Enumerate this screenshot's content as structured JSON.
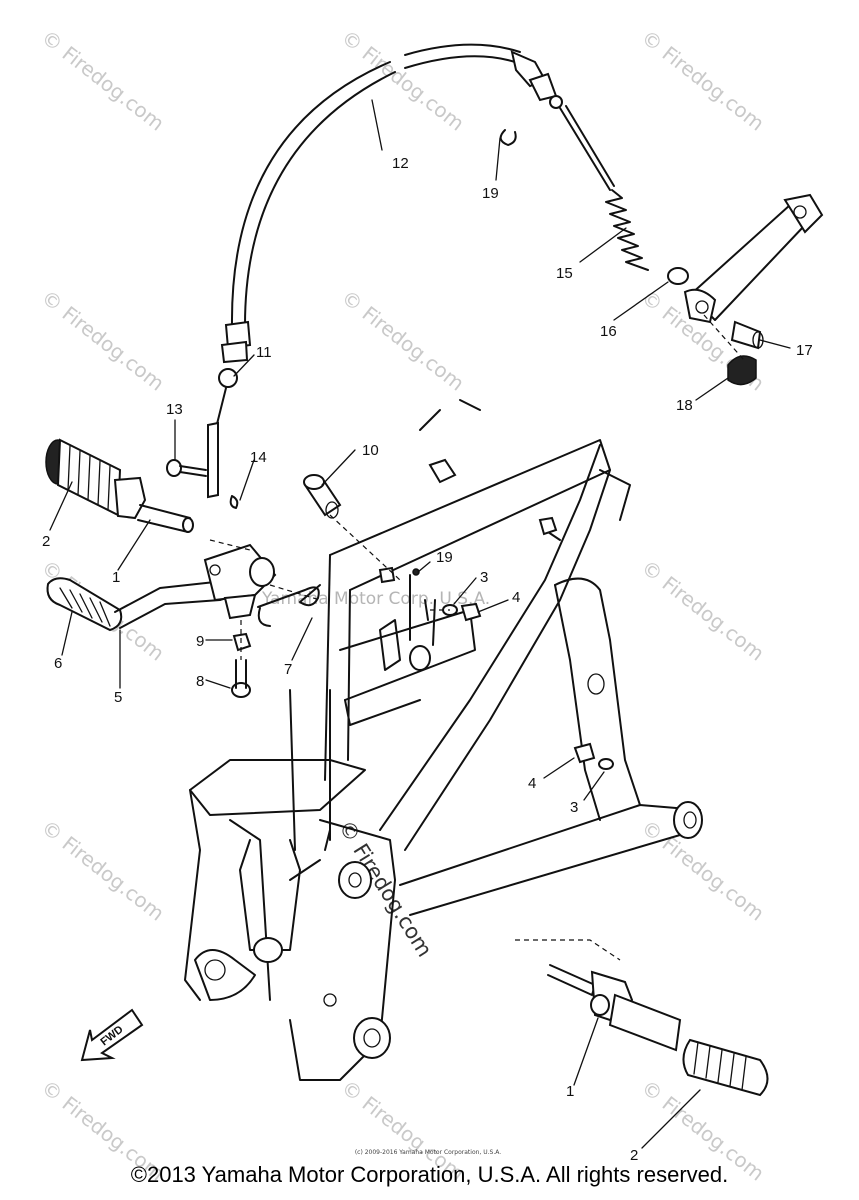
{
  "watermark": "© Firedog.com",
  "overlay_watermark": "Yamaha Motor Corp. U.S.A.",
  "fine_print": "(c) 2009-2016 Yamaha Motor Corporation, U.S.A.",
  "fwd_label": "FWD",
  "footer": "©2013 Yamaha Motor Corporation, U.S.A. All rights reserved.",
  "callouts": {
    "c1a": "1",
    "c1b": "1",
    "c2a": "2",
    "c2b": "2",
    "c3a": "3",
    "c3b": "3",
    "c4a": "4",
    "c4b": "4",
    "c5": "5",
    "c6": "6",
    "c7": "7",
    "c8": "8",
    "c9": "9",
    "c10": "10",
    "c11": "11",
    "c12": "12",
    "c13": "13",
    "c14": "14",
    "c15": "15",
    "c16": "16",
    "c17": "17",
    "c18": "18",
    "c19a": "19",
    "c19b": "19"
  }
}
